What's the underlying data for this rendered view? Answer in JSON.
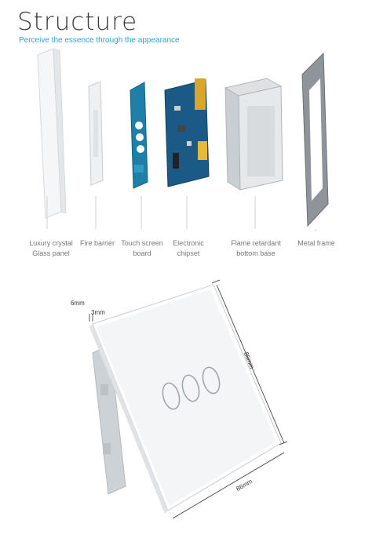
{
  "header": {
    "title": "Structure",
    "subtitle": "Perceive the essence  through the appearance"
  },
  "parts": [
    {
      "line1": "Luxury crystal",
      "line2": "Glass panel",
      "icon": "glass-panel-icon"
    },
    {
      "line1": "Fire barrier",
      "line2": "",
      "icon": "fire-barrier-icon"
    },
    {
      "line1": "Touch screen",
      "line2": "board",
      "icon": "touch-board-icon"
    },
    {
      "line1": "Electronic",
      "line2": "chipset",
      "icon": "chipset-icon"
    },
    {
      "line1": "Flame retardant",
      "line2": "bottom base",
      "icon": "bottom-base-icon"
    },
    {
      "line1": "Metal frame",
      "line2": "",
      "icon": "metal-frame-icon"
    }
  ],
  "dimensions": {
    "thickness_total": "6mm",
    "thickness_glass": "3mm",
    "height": "86mm",
    "width": "86mm"
  },
  "colors": {
    "accent": "#2aa7c9",
    "title": "#3a3a3a",
    "label": "#777777"
  }
}
